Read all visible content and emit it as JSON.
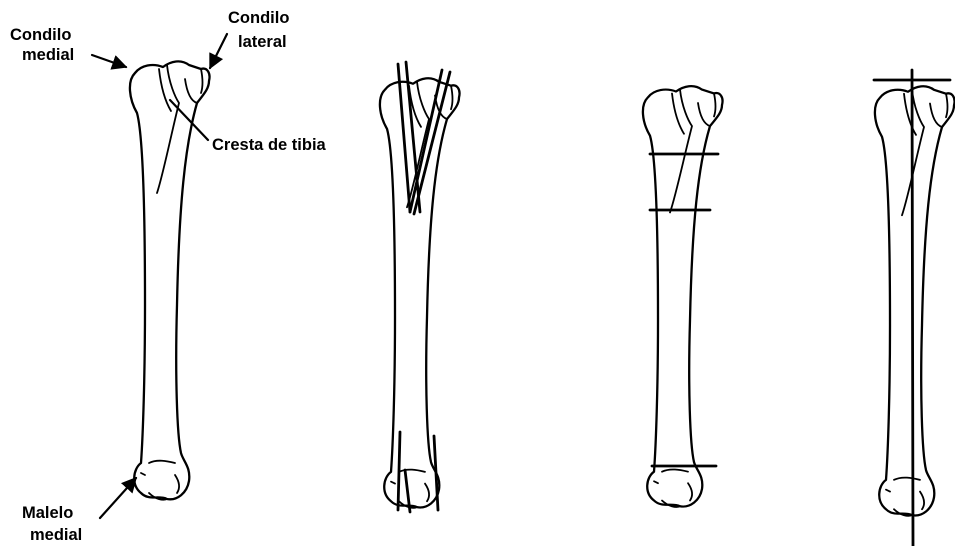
{
  "labels": {
    "condilo_medial_line1": "Condilo",
    "condilo_medial_line2": "medial",
    "condilo_lateral_line1": "Condilo",
    "condilo_lateral_line2": "lateral",
    "cresta_de_tibia": "Cresta de tibia",
    "malelo_medial_line1": "Malelo",
    "malelo_medial_line2": "medial"
  }
}
